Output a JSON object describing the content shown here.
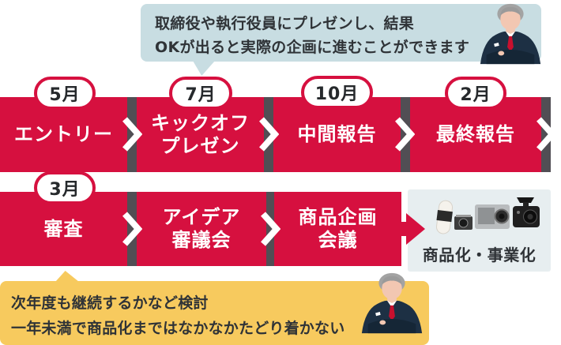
{
  "colors": {
    "step_red": "#d6103f",
    "top_callout_blue": "#c8dde2",
    "outcome_box_blue": "#e7eef0",
    "bottom_callout_yellow": "#f7ca5e",
    "separator_gray": "#514e54",
    "text_dark": "#2f3337",
    "step_text_white": "#ffffff"
  },
  "top_callout": {
    "line1": "取締役や執行役員にプレゼンし、結果",
    "line2": "OKが出ると実際の企画に進むことができます"
  },
  "row1": {
    "steps": [
      {
        "month": "5月",
        "label": "エントリー"
      },
      {
        "month": "7月",
        "label": "キックオフ\nプレゼン"
      },
      {
        "month": "10月",
        "label": "中間報告"
      },
      {
        "month": "2月",
        "label": "最終報告"
      }
    ]
  },
  "row2": {
    "steps": [
      {
        "month": "3月",
        "label": "審査"
      },
      {
        "label": "アイデア\n審議会"
      },
      {
        "label": "商品企画\n会議"
      }
    ],
    "outcome": {
      "label": "商品化・事業化"
    }
  },
  "bottom_callout": {
    "line1": "次年度も継続するかなど検討",
    "line2": "一年未満で商品化まではなかなかたどり着かない"
  }
}
